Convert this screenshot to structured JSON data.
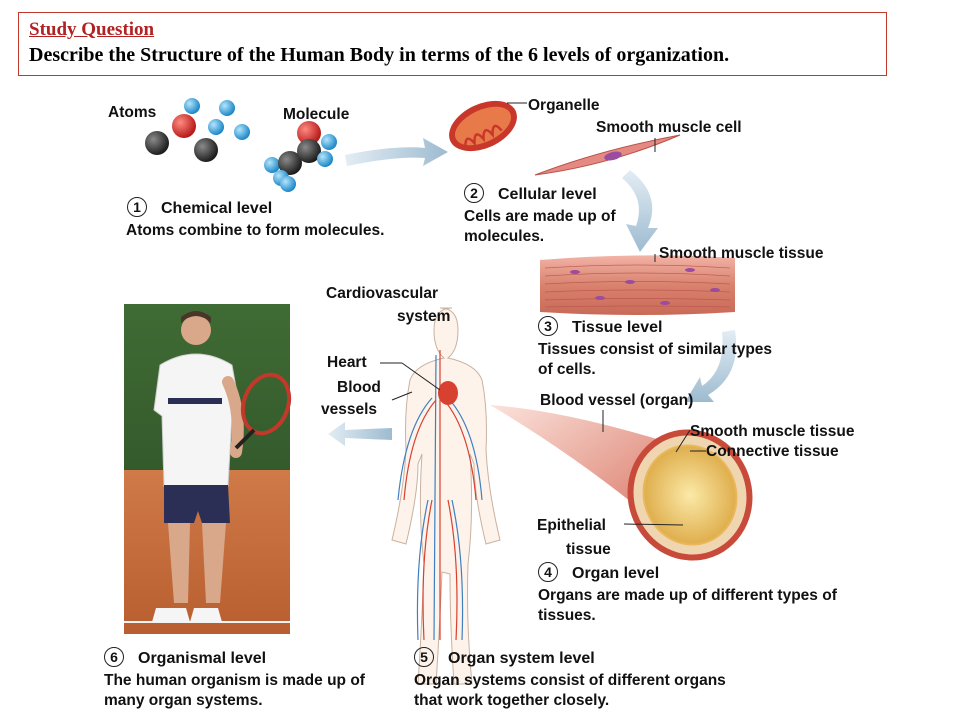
{
  "question": {
    "title": "Study Question",
    "text": "Describe the Structure of the Human Body in terms of the 6 levels of organization."
  },
  "labels": {
    "atoms": "Atoms",
    "molecule": "Molecule",
    "organelle": "Organelle",
    "smooth_muscle_cell": "Smooth muscle cell",
    "smooth_muscle_tissue_top": "Smooth muscle tissue",
    "cardiovascular_line1": "Cardiovascular",
    "cardiovascular_line2": "system",
    "heart": "Heart",
    "blood_line1": "Blood",
    "blood_line2": "vessels",
    "blood_vessel_organ": "Blood vessel (organ)",
    "smooth_muscle_tissue_organ": "Smooth muscle tissue",
    "connective_tissue": "Connective tissue",
    "epithelial_line1": "Epithelial",
    "epithelial_line2": "tissue"
  },
  "levels": [
    {
      "number": "1",
      "name": "Chemical level",
      "description": "Atoms combine to form molecules."
    },
    {
      "number": "2",
      "name": "Cellular level",
      "description": "Cells are made up of molecules."
    },
    {
      "number": "3",
      "name": "Tissue level",
      "description": "Tissues consist of similar types of cells."
    },
    {
      "number": "4",
      "name": "Organ level",
      "description": "Organs are made up of different types of tissues."
    },
    {
      "number": "5",
      "name": "Organ system level",
      "description": "Organ systems consist of different organs that work together closely."
    },
    {
      "number": "6",
      "name": "Organismal level",
      "description": "The human organism is made up of many organ systems."
    }
  ],
  "colors": {
    "question_border": "#c0392b",
    "question_title": "#b22222",
    "arrow": "#a9c3d6",
    "atom_red": "#d42a2a",
    "atom_dark": "#3a3a3a",
    "atom_blue": "#4aaee0",
    "muscle": "#d9826e",
    "court": "#c8703e"
  }
}
